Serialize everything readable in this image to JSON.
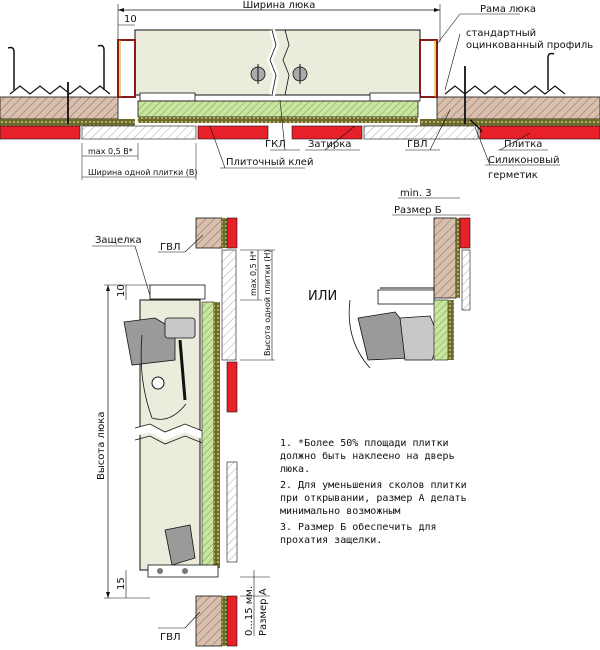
{
  "colors": {
    "gvl": "#d9bfae",
    "tile": "#e8202a",
    "glue": "#c8e6a0",
    "panel": "#ececdc",
    "insulation": "#5a5a28",
    "line": "#111111"
  },
  "top": {
    "width_label": "Ширина люка",
    "dim_10": "10",
    "rama": "Рама люка",
    "profile_1": "стандартный",
    "profile_2": "оцинкованный профиль",
    "gkl": "ГКЛ",
    "zatirka": "Затирка",
    "gvl": "ГВЛ",
    "plitka": "Плитка",
    "silicone_1": "Силиконовый",
    "silicone_2": "герметик",
    "glue": "Плиточный клей",
    "max": "max 0,5 В*",
    "tile_width": "Ширина одной плитки (В)"
  },
  "side": {
    "zashchelka": "Защелка",
    "gvl_top": "ГВЛ",
    "gvl_bottom": "ГВЛ",
    "dim_10": "10",
    "dim_15": "15",
    "hatch_height": "Высота люка",
    "max_h": "max 0,5 Н*",
    "tile_height": "Высота одной плитки (Н)",
    "gap": "0...15 мм.",
    "razmer_a": "Размер А",
    "or": "ИЛИ",
    "min3": "min. 3",
    "razmer_b": "Размер Б"
  },
  "notes": [
    "1. *Более 50% площади плитки",
    "должно быть наклеено на дверь",
    "люка.",
    "2. Для уменьшения сколов плитки",
    "при открывании, размер А делать",
    "минимально возможным",
    "3. Размер Б обеспечить для",
    "прохатия защелки."
  ]
}
